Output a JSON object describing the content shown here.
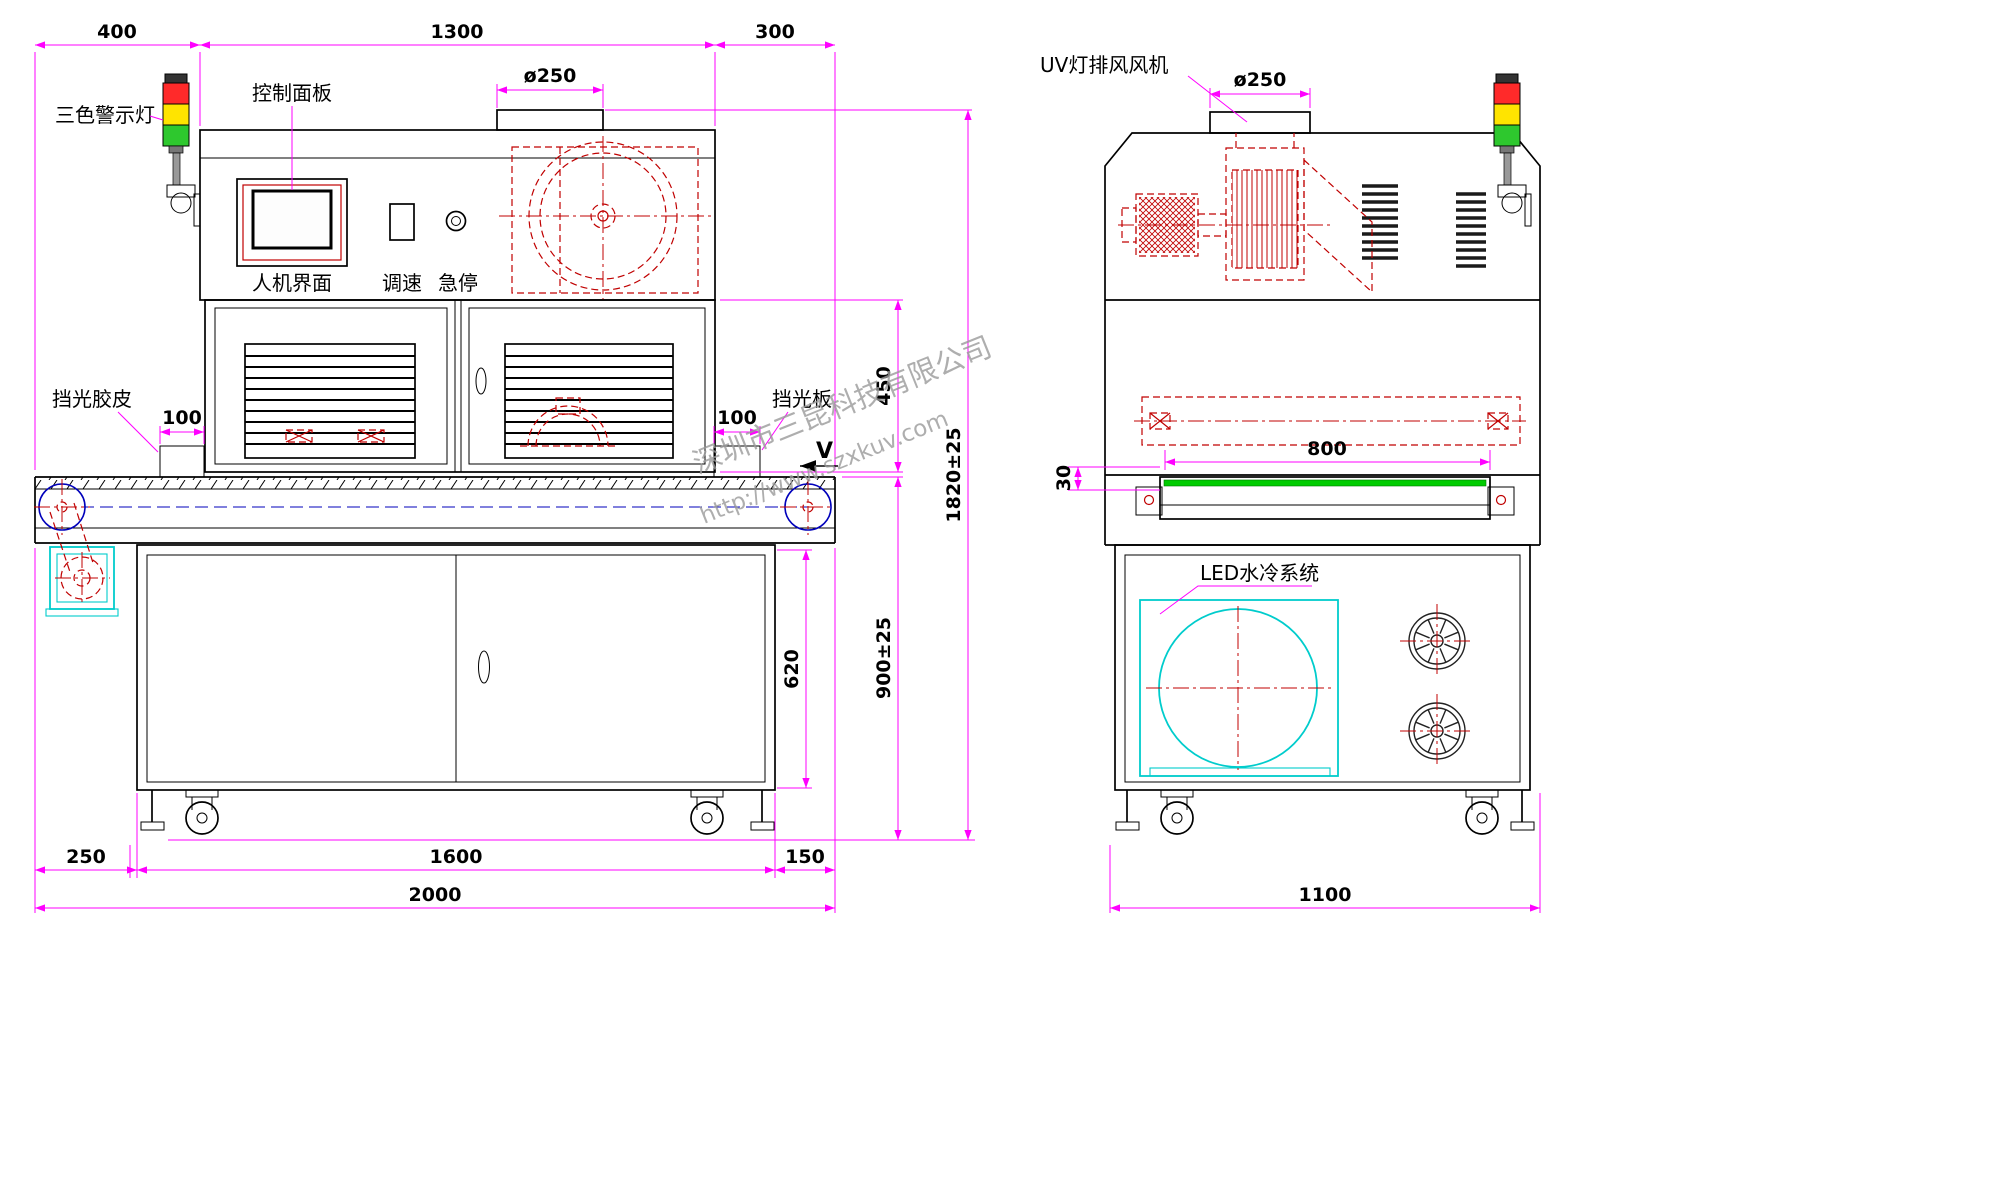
{
  "watermark": {
    "company": "深圳市三昆科技有限公司",
    "url": "http://www.szxkuv.com"
  },
  "front_view": {
    "labels": {
      "warning_light": "三色警示灯",
      "control_panel": "控制面板",
      "hmi": "人机界面",
      "speed": "调速",
      "estop": "急停",
      "shield_rubber": "挡光胶皮",
      "shield_plate": "挡光板",
      "direction": "V"
    },
    "dims": {
      "d400": "400",
      "d1300": "1300",
      "d300": "300",
      "duct": "ø250",
      "l100": "100",
      "r100": "100",
      "d450": "450",
      "d1820": "1820±25",
      "d620": "620",
      "d900": "900±25",
      "d250": "250",
      "d1600": "1600",
      "d150": "150",
      "d2000": "2000"
    }
  },
  "side_view": {
    "labels": {
      "exhaust_fan": "UV灯排风风机",
      "cooling": "LED水冷系统"
    },
    "dims": {
      "duct": "ø250",
      "d800": "800",
      "d30": "30",
      "d1100": "1100"
    }
  },
  "colors": {
    "dimension_line": "#ff00ff",
    "outline": "#000000",
    "hidden_detail": "#c00000",
    "cooling_unit": "#00cccc",
    "belt_green": "#00cc00",
    "roller_blue": "#0000bb",
    "light_red": "#ff2a2a",
    "light_yellow": "#ffe400",
    "light_green": "#2ec82e",
    "watermark_gray": "#9a9a9a"
  }
}
